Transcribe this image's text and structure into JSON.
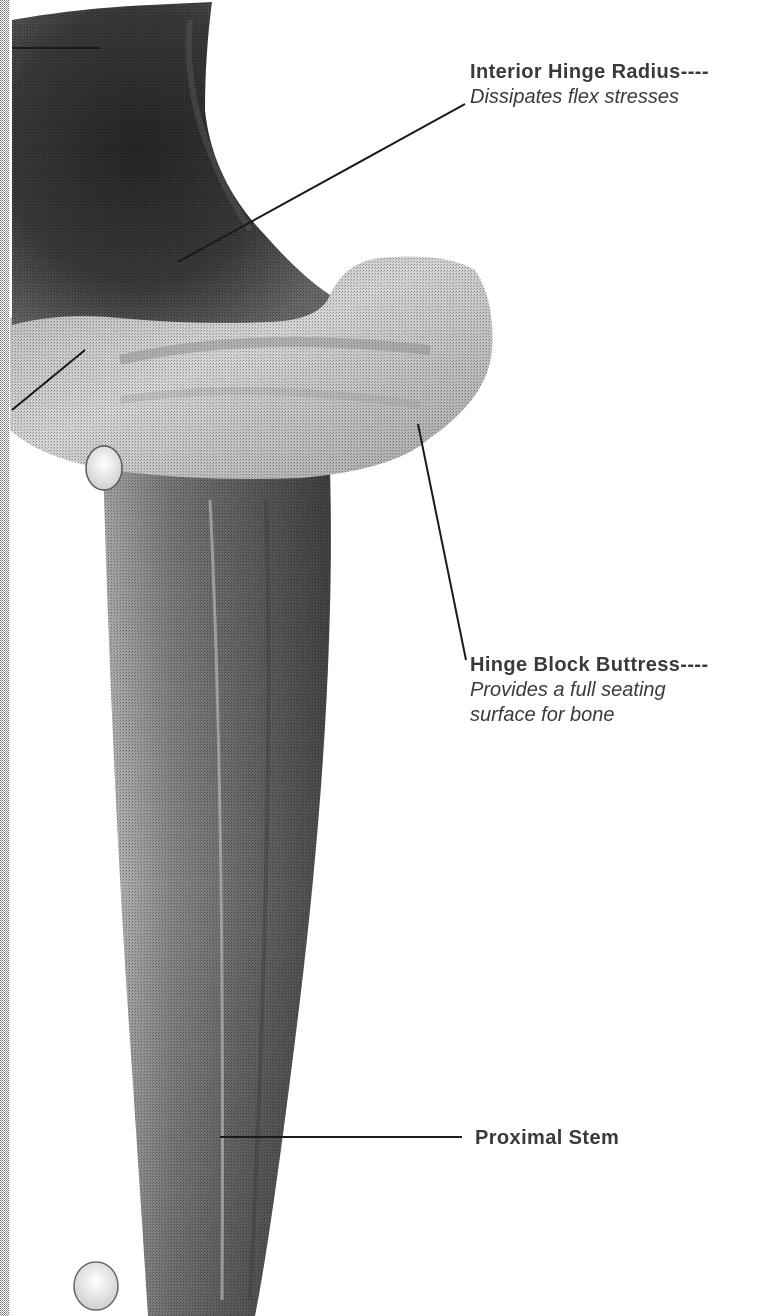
{
  "callouts": {
    "hinge_radius": {
      "title": "Interior Hinge Radius----",
      "description": "Dissipates flex stresses"
    },
    "hinge_buttress": {
      "title": "Hinge Block Buttress----",
      "description_line1": "Provides a full seating",
      "description_line2": "surface for bone"
    },
    "proximal_stem": {
      "title": "Proximal Stem"
    }
  },
  "colors": {
    "implant_dark": "#303030",
    "implant_mid": "#7a7a7a",
    "implant_light": "#c8c8c8",
    "leader_line": "#1a1a1a",
    "text": "#3a3a3a"
  }
}
